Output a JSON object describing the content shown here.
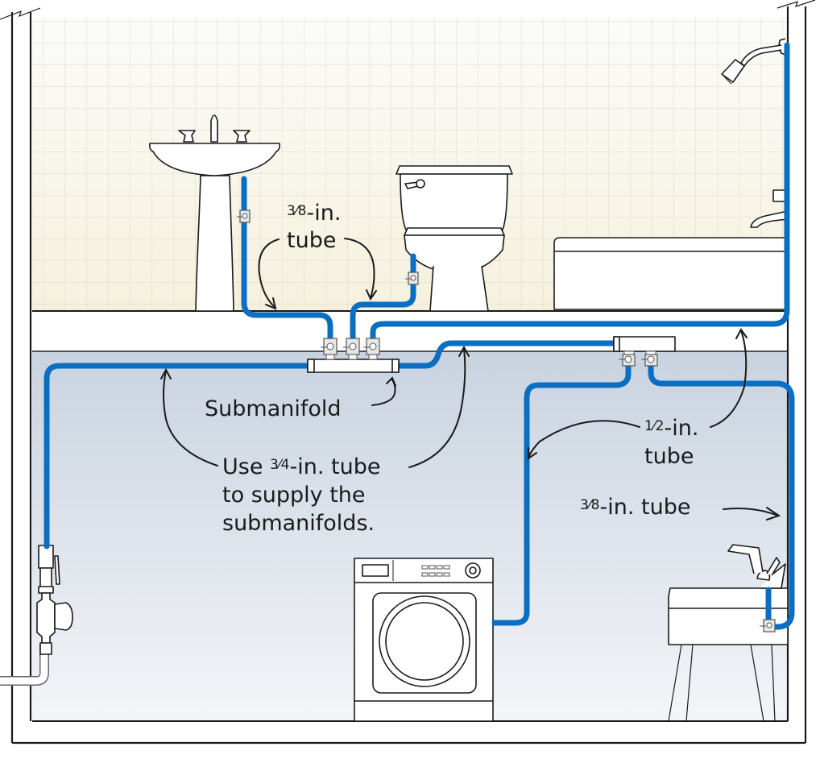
{
  "diagram": {
    "title": "Home-run manifold plumbing with submanifolds",
    "colors": {
      "pex_tube": "#0a6fc2",
      "wall_tile_top": "#fbfbf9",
      "wall_tile_bottom": "#f6f1dd",
      "basement_top": "#c9d3e0",
      "basement_bottom": "#f3f5f8",
      "outline": "#1a1a1a"
    },
    "labels": {
      "sink_tube": {
        "fraction": "3⁄8",
        "suffix": "-in.",
        "line2": "tube"
      },
      "submanifold": "Submanifold",
      "supply": {
        "line1_prefix": "Use ",
        "fraction": "3⁄4",
        "line1_suffix": "-in. tube",
        "line2": "to supply the",
        "line3": "submanifolds."
      },
      "half_tube": {
        "fraction": "1⁄2",
        "suffix": "-in.",
        "line2": "tube"
      },
      "laundry_tube": {
        "fraction": "3⁄8",
        "suffix": "-in. tube"
      }
    },
    "fixtures": [
      {
        "name": "pedestal-sink",
        "level": "bathroom"
      },
      {
        "name": "toilet",
        "level": "bathroom"
      },
      {
        "name": "bathtub-shower",
        "level": "bathroom"
      },
      {
        "name": "washing-machine",
        "level": "basement"
      },
      {
        "name": "laundry-sink",
        "level": "basement"
      },
      {
        "name": "main-supply-meter",
        "level": "basement"
      }
    ]
  }
}
